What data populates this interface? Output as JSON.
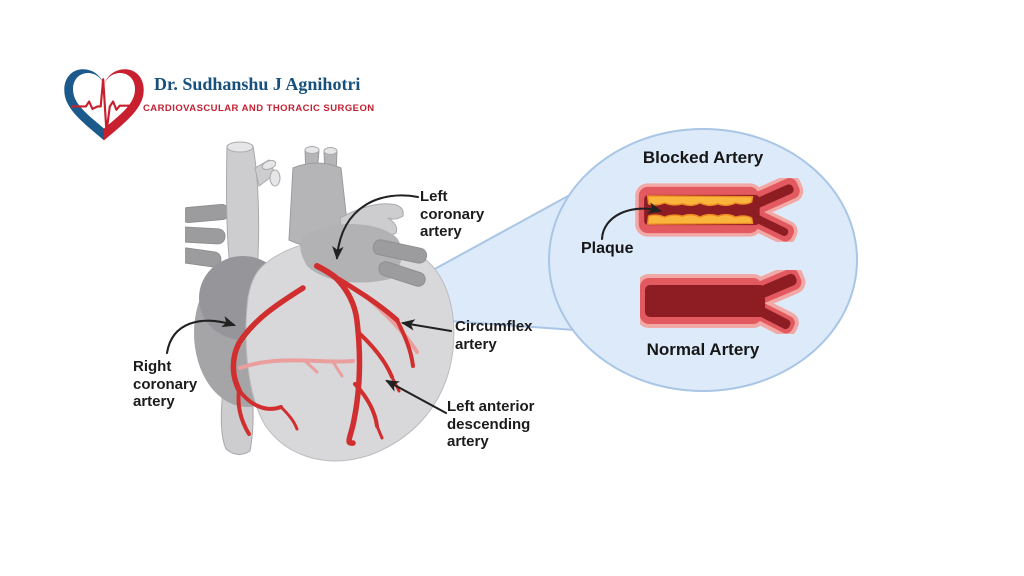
{
  "clinic": {
    "doctor_name": "Dr. Sudhanshu J Agnihotri",
    "specialty": "CARDIOVASCULAR AND THORACIC SURGEON"
  },
  "diagram": {
    "labels": {
      "left_coronary": "Left\ncoronary\nartery",
      "circumflex": "Circumflex\nartery",
      "right_coronary": "Right\ncoronary\nartery",
      "left_anterior_descending": "Left anterior\ndescending\nartery"
    },
    "inset": {
      "blocked_title": "Blocked Artery",
      "plaque_label": "Plaque",
      "normal_title": "Normal Artery"
    }
  },
  "icons": {
    "logo": "heart-ecg-logo-icon",
    "inset": "magnified-artery-inset",
    "arrows": "pointer-arrow-icons"
  },
  "colors": {
    "page_bg": "#ffffff",
    "logo_blue": "#1d5a8c",
    "logo_red": "#c8202f",
    "name_blue": "#17507d",
    "specialty_red": "#c32132",
    "label_ink": "#1c1c1c",
    "circle_fill": "#ddeafa",
    "circle_border": "#a9c6e6",
    "artery_halo": "#f2a9a6",
    "artery_wall": "#e25960",
    "artery_lumen": "#8e1c23",
    "plaque_fill": "#f9b53c",
    "plaque_edge": "#ee8b24",
    "coronary_red": "#d12f2f",
    "coronary_pink": "#eb9e9e",
    "gray_tube": "#cdcdcf",
    "gray_mid": "#b5b5b7",
    "gray_dark": "#9c9c9e",
    "gray_atrium": "#a5a5a8",
    "gray_light": "#d8d8da"
  }
}
